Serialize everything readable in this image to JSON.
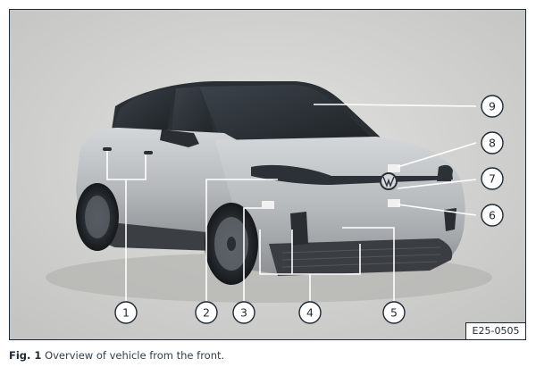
{
  "figure": {
    "id_label": "E25-0505",
    "caption_prefix": "Fig. 1",
    "caption_text": "Overview of vehicle from the front."
  },
  "callouts": [
    "1",
    "2",
    "3",
    "4",
    "5",
    "6",
    "7",
    "8",
    "9"
  ],
  "colors": {
    "background": "#d3d3d1",
    "car_body": "#b9bcbf",
    "line": "#1d2a35",
    "leader": "#ffffff"
  }
}
